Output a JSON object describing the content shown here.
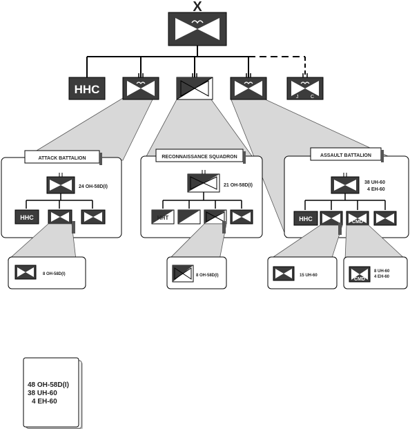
{
  "top": {
    "echelon": "X"
  },
  "brigade_units": {
    "hhc": "HHC"
  },
  "attack": {
    "title": "ATTACK BATTALION",
    "strength": "24 OH-58D(I)",
    "hhc": "HHC",
    "company_strength": "8 OH-58D(I)"
  },
  "recon": {
    "title": "RECONNAISSANCE SQUADRON",
    "strength": "21 OH-58D(I)",
    "hht": "HHT",
    "troop_strength": "8 OH-58D(I)"
  },
  "assault": {
    "title": "ASSAULT BATTALION",
    "strength_uh": "38 UH-60",
    "strength_eh": "4 EH-60",
    "hhc": "HHC",
    "cmd": "CMD",
    "company_strength": "15 UH-60",
    "cmd_strength_uh": "8 UH-60",
    "cmd_strength_eh": "4 EH-60"
  },
  "summary": {
    "line1": "48 OH-58D(I)",
    "line2": "38  UH-60",
    "line3": "4  EH-60"
  },
  "colors": {
    "unit_fill": "#3c3c3c",
    "trapezoid": "#d8d8d8",
    "line": "#000000"
  }
}
